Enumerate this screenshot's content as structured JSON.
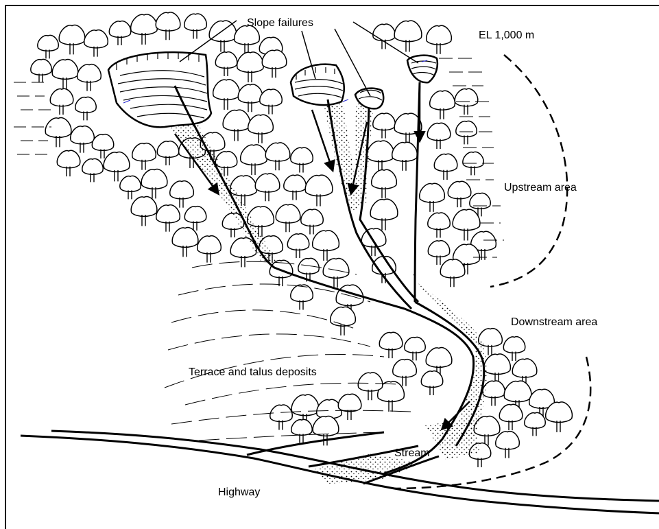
{
  "labels": {
    "slope_failures": "Slope failures",
    "elevation": "EL 1,000 m",
    "upstream": "Upstream area",
    "downstream": "Downstream area",
    "terrace": "Terrace and talus deposits",
    "stream": "Stream",
    "highway": "Highway"
  },
  "colors": {
    "ink": "#000000",
    "paper": "#ffffff",
    "accent_scarp": "#2a2ad0"
  }
}
